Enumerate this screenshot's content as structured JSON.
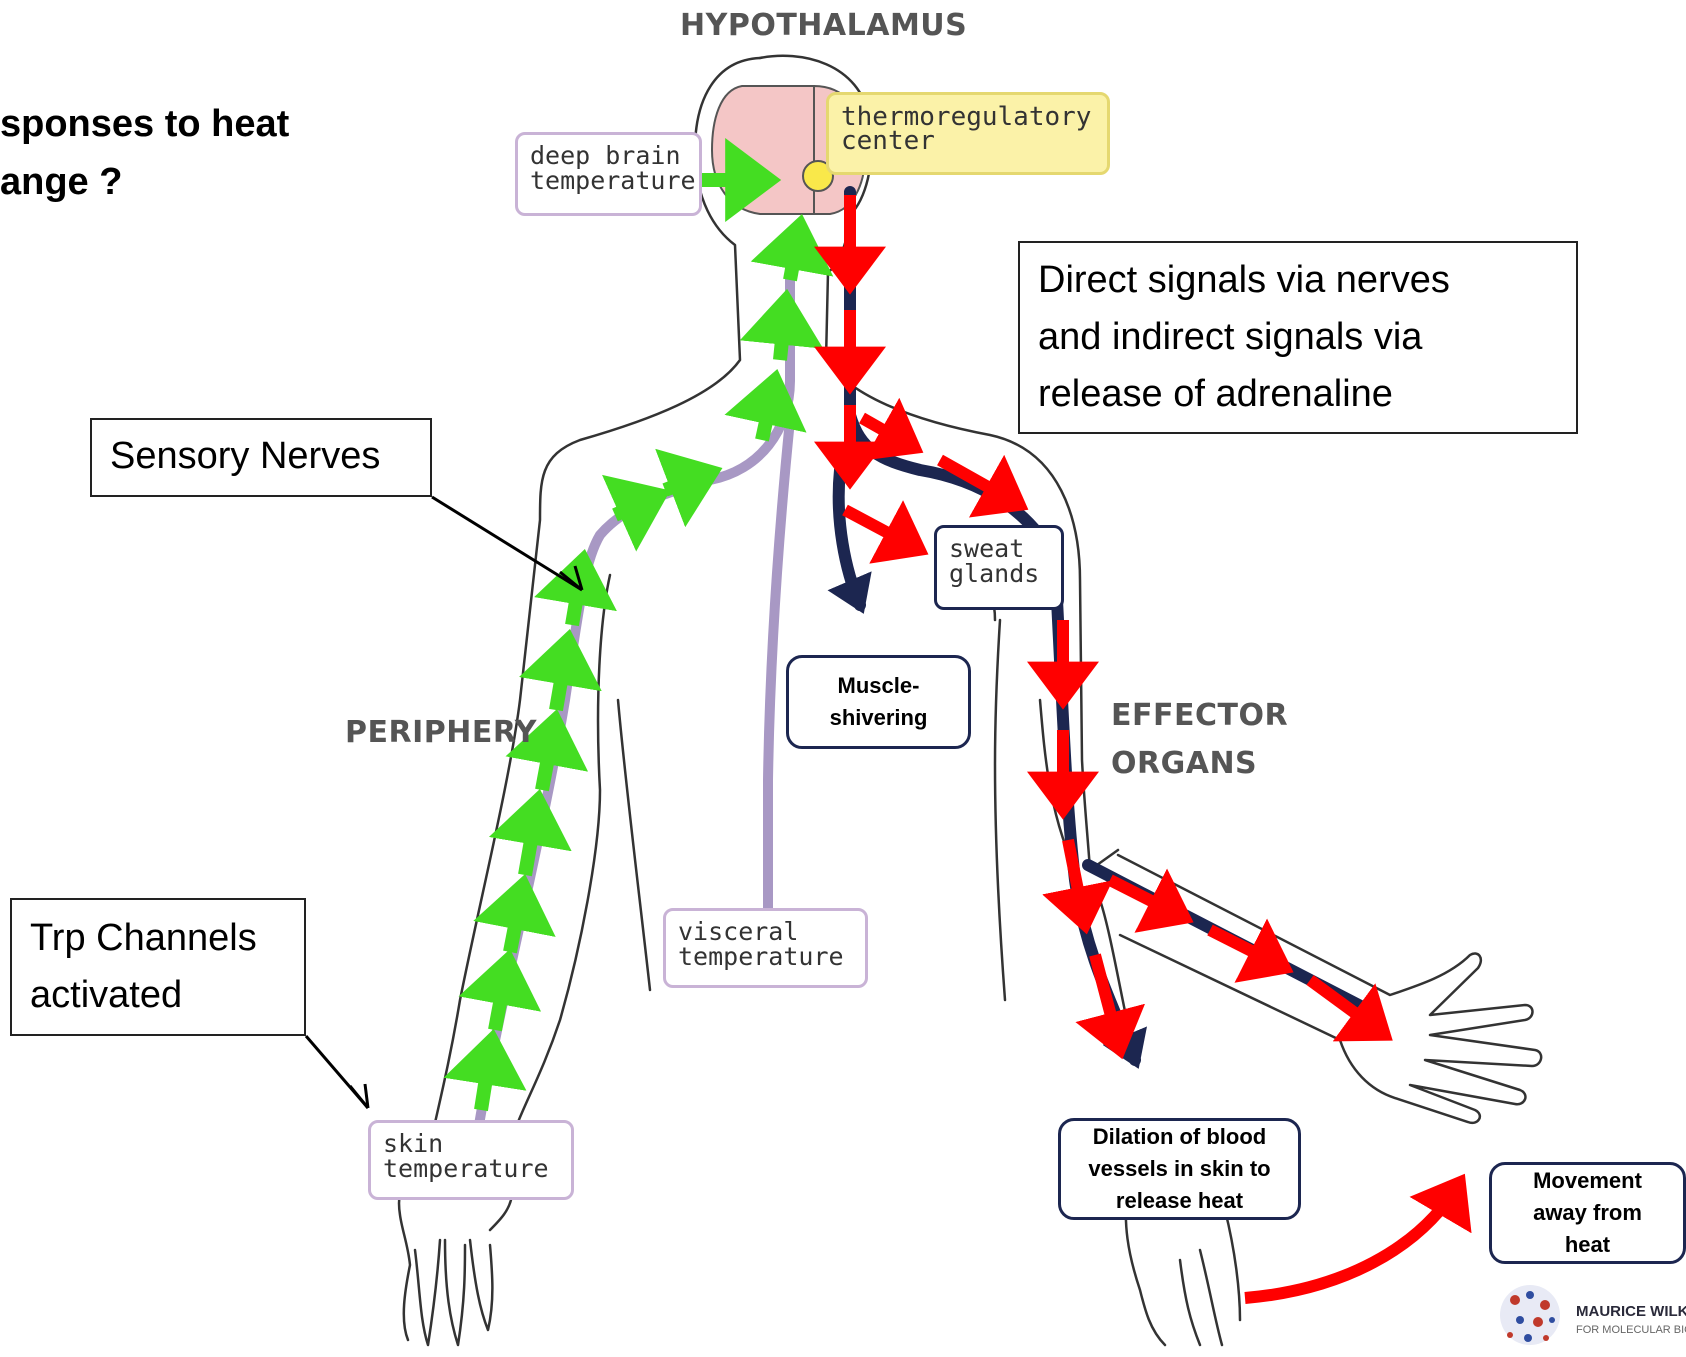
{
  "title": "HYPOTHALAMUS",
  "question": [
    "sponses to heat",
    "ange ?"
  ],
  "labels": {
    "thermoregulatory_center": "thermoregulatory\ncenter",
    "deep_brain": "deep brain\ntemperature",
    "sweat_glands": "sweat\nglands",
    "visceral": "visceral\ntemperature",
    "skin": "skin\ntemperature",
    "periphery": "PERIPHERY",
    "effector": [
      "EFFECTOR",
      "ORGANS"
    ]
  },
  "callouts": {
    "signals": [
      "Direct signals via nerves",
      "and indirect signals via",
      "release of adrenaline"
    ],
    "sensory": "Sensory Nerves",
    "trp": [
      "Trp Channels",
      "activated"
    ]
  },
  "responses": {
    "muscle": [
      "Muscle-",
      "shivering"
    ],
    "dilation": [
      "Dilation of blood",
      "vessels in skin to",
      "release heat"
    ],
    "movement": [
      "Movement",
      "away from",
      "heat"
    ]
  },
  "logo": {
    "line1": "MAURICE WILKIN",
    "line2": "FOR MOLECULAR BIODIS"
  },
  "colors": {
    "sensory_arrow": "#44dd22",
    "effector_arrow": "#ff0000",
    "nerve_purple": "#a898c4",
    "effector_nerve": "#1c2650",
    "brain_pink": "#f4c6c6",
    "center_yellow": "#fbf2a8"
  }
}
